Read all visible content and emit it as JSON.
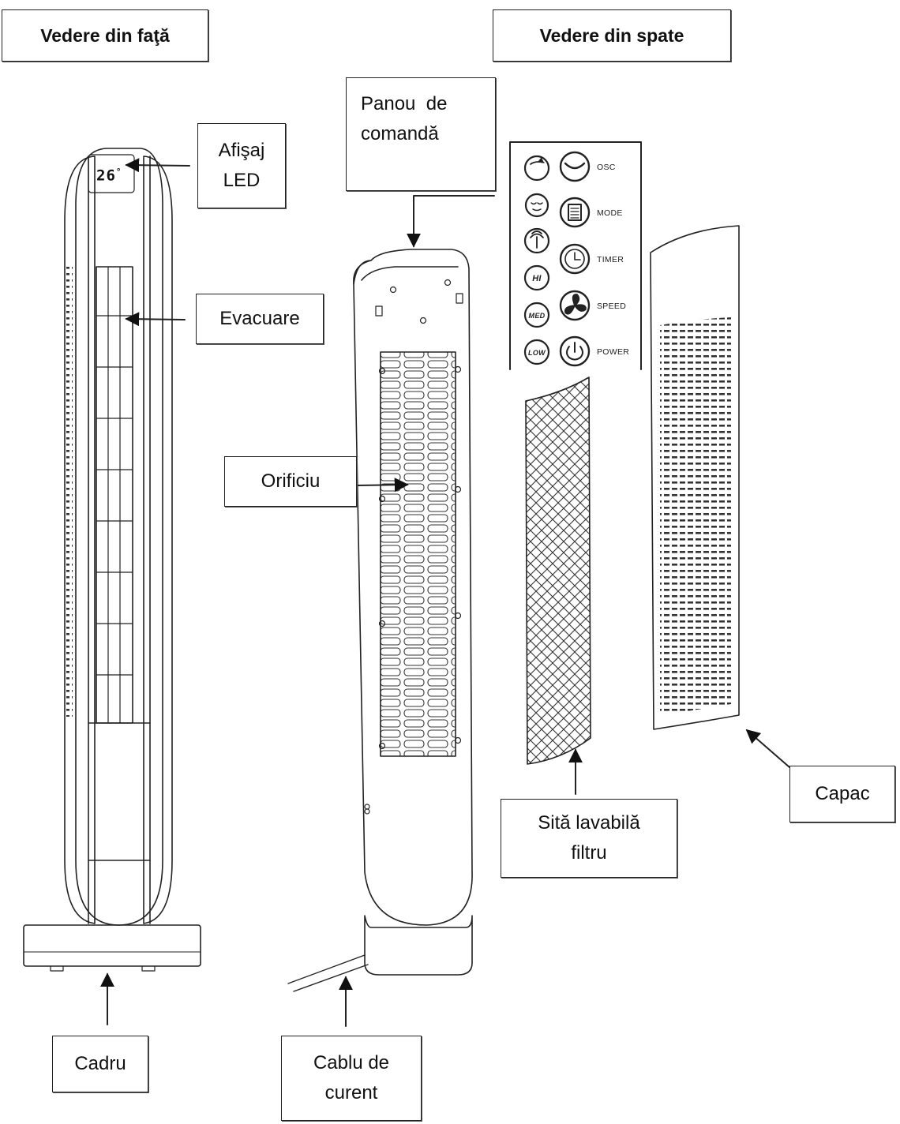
{
  "labels": {
    "front_view": "Vedere din faţă",
    "back_view": "Vedere din spate",
    "control_panel": [
      "Panou  de",
      "comandă"
    ],
    "led_display": [
      "Afişaj",
      "LED"
    ],
    "exhaust": "Evacuare",
    "opening": "Orificiu",
    "frame": "Cadru",
    "power_cable": [
      "Cablu de",
      "curent"
    ],
    "washable_filter": [
      "Sită lavabilă",
      "filtru"
    ],
    "cover": "Capac"
  },
  "display": {
    "temperature": "26",
    "unit": "°"
  },
  "panel": {
    "buttons": [
      {
        "label": "OSC",
        "icon": "oscillate-icon"
      },
      {
        "label": "MODE",
        "icon": "mode-icon"
      },
      {
        "label": "TIMER",
        "icon": "timer-icon"
      },
      {
        "label": "SPEED",
        "icon": "fan-speed-icon"
      },
      {
        "label": "POWER",
        "icon": "power-icon"
      }
    ],
    "indicators": [
      {
        "label": "",
        "icon": "rotate-indicator-icon"
      },
      {
        "label": "",
        "icon": "sleep-indicator-icon"
      },
      {
        "label": "",
        "icon": "natural-wind-indicator-icon"
      },
      {
        "label": "HI",
        "icon": "hi-indicator-icon"
      },
      {
        "label": "MED",
        "icon": "med-indicator-icon"
      },
      {
        "label": "LOW",
        "icon": "low-indicator-icon"
      }
    ]
  }
}
